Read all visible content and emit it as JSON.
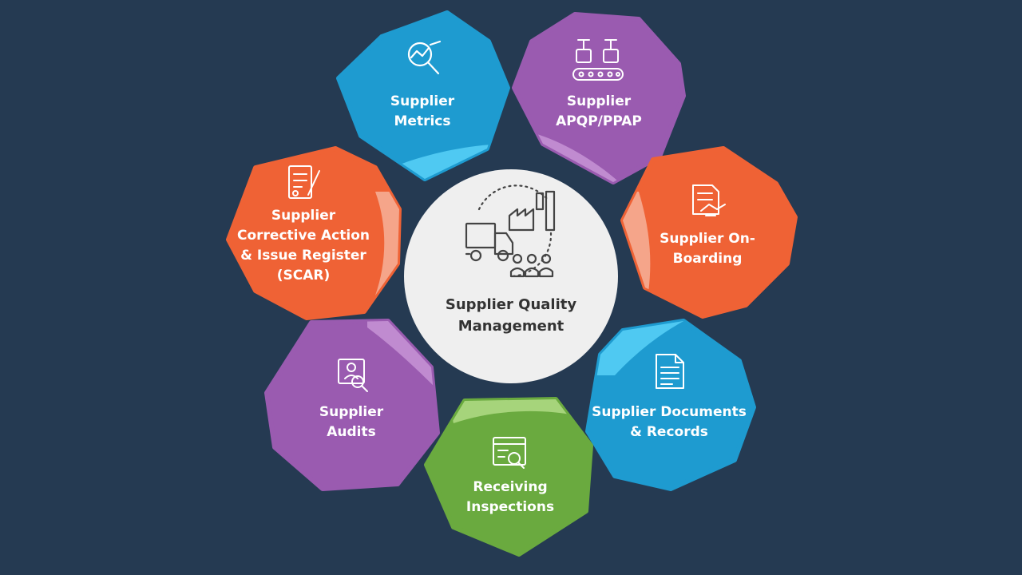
{
  "center": {
    "title_lines": [
      "Supplier Quality",
      "Management"
    ],
    "icon": "truck-factory-people-icon"
  },
  "segments": [
    {
      "id": "metrics",
      "lines": [
        "Supplier",
        "Metrics"
      ],
      "icon": "magnifier-chart-icon",
      "color": "#1e9bd0",
      "accent": "#4fc9f2"
    },
    {
      "id": "apqp",
      "lines": [
        "Supplier",
        "APQP/PPAP"
      ],
      "icon": "robot-arm-conveyor-icon",
      "color": "#9a5bb0",
      "accent": "#c08bd0"
    },
    {
      "id": "onboarding",
      "lines": [
        "Supplier On-",
        "Boarding"
      ],
      "icon": "document-handshake-icon",
      "color": "#ef6235",
      "accent": "#f5a58a"
    },
    {
      "id": "documents",
      "lines": [
        "Supplier Documents",
        "& Records"
      ],
      "icon": "document-icon",
      "color": "#1e9bd0",
      "accent": "#4fc9f2"
    },
    {
      "id": "receiving",
      "lines": [
        "Receiving",
        "Inspections"
      ],
      "icon": "screen-magnifier-icon",
      "color": "#6aaa3f",
      "accent": "#a6d47b"
    },
    {
      "id": "audits",
      "lines": [
        "Supplier",
        "Audits"
      ],
      "icon": "audit-clipboard-icon",
      "color": "#9a5bb0",
      "accent": "#c08bd0"
    },
    {
      "id": "scar",
      "lines": [
        "Supplier",
        "Corrective Action",
        "& Issue Register",
        "(SCAR)"
      ],
      "icon": "form-pen-icon",
      "color": "#ef6235",
      "accent": "#f5a58a"
    }
  ]
}
